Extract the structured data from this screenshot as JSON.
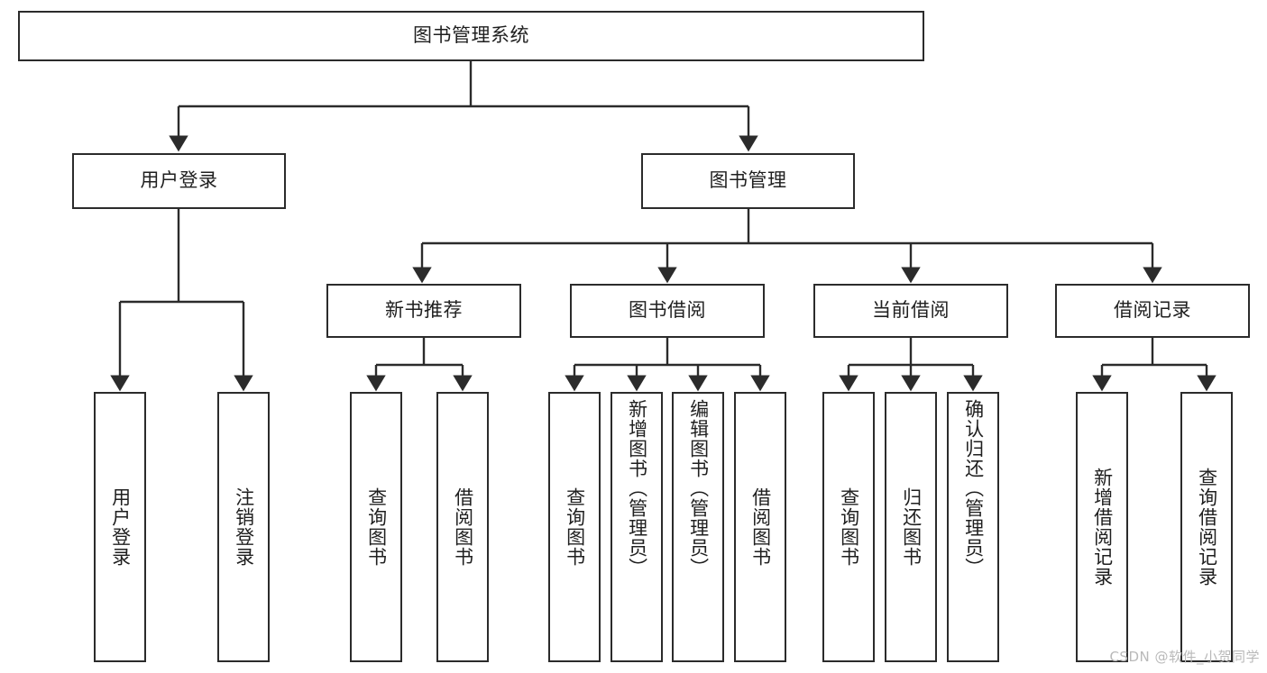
{
  "diagram": {
    "title": "图书管理系统",
    "type": "tree",
    "watermark": "CSDN @软件_小贺同学",
    "colors": {
      "box_border": "#2b2b2b",
      "box_fill": "#ffffff",
      "edge": "#2b2b2b",
      "text": "#1f1f1f",
      "watermark": "#b9b9b9"
    },
    "levels": {
      "root": "图书管理系统",
      "tier2": [
        "用户登录",
        "图书管理"
      ],
      "tier3": [
        "新书推荐",
        "图书借阅",
        "当前借阅",
        "借阅记录"
      ]
    },
    "nodes": {
      "root": {
        "label": "图书管理系统"
      },
      "user_login": {
        "label": "用户登录"
      },
      "book_manage": {
        "label": "图书管理"
      },
      "new_book_rec": {
        "label": "新书推荐"
      },
      "book_borrow": {
        "label": "图书借阅"
      },
      "current_borrow": {
        "label": "当前借阅"
      },
      "borrow_record": {
        "label": "借阅记录"
      },
      "leaf_user_login": {
        "label": "用户登录"
      },
      "leaf_user_logout": {
        "label": "注销登录"
      },
      "leaf_rec_query": {
        "label": "查询图书"
      },
      "leaf_rec_borrow": {
        "label": "借阅图书"
      },
      "leaf_borrow_query": {
        "label": "查询图书"
      },
      "leaf_borrow_add": {
        "label": "新增图书（管理员）"
      },
      "leaf_borrow_edit": {
        "label": "编辑图书（管理员）"
      },
      "leaf_borrow_lend": {
        "label": "借阅图书"
      },
      "leaf_cur_query": {
        "label": "查询图书"
      },
      "leaf_cur_return": {
        "label": "归还图书"
      },
      "leaf_cur_confirm": {
        "label": "确认归还（管理员）"
      },
      "leaf_rec_add": {
        "label": "新增借阅记录"
      },
      "leaf_rec_search": {
        "label": "查询借阅记录"
      }
    }
  }
}
